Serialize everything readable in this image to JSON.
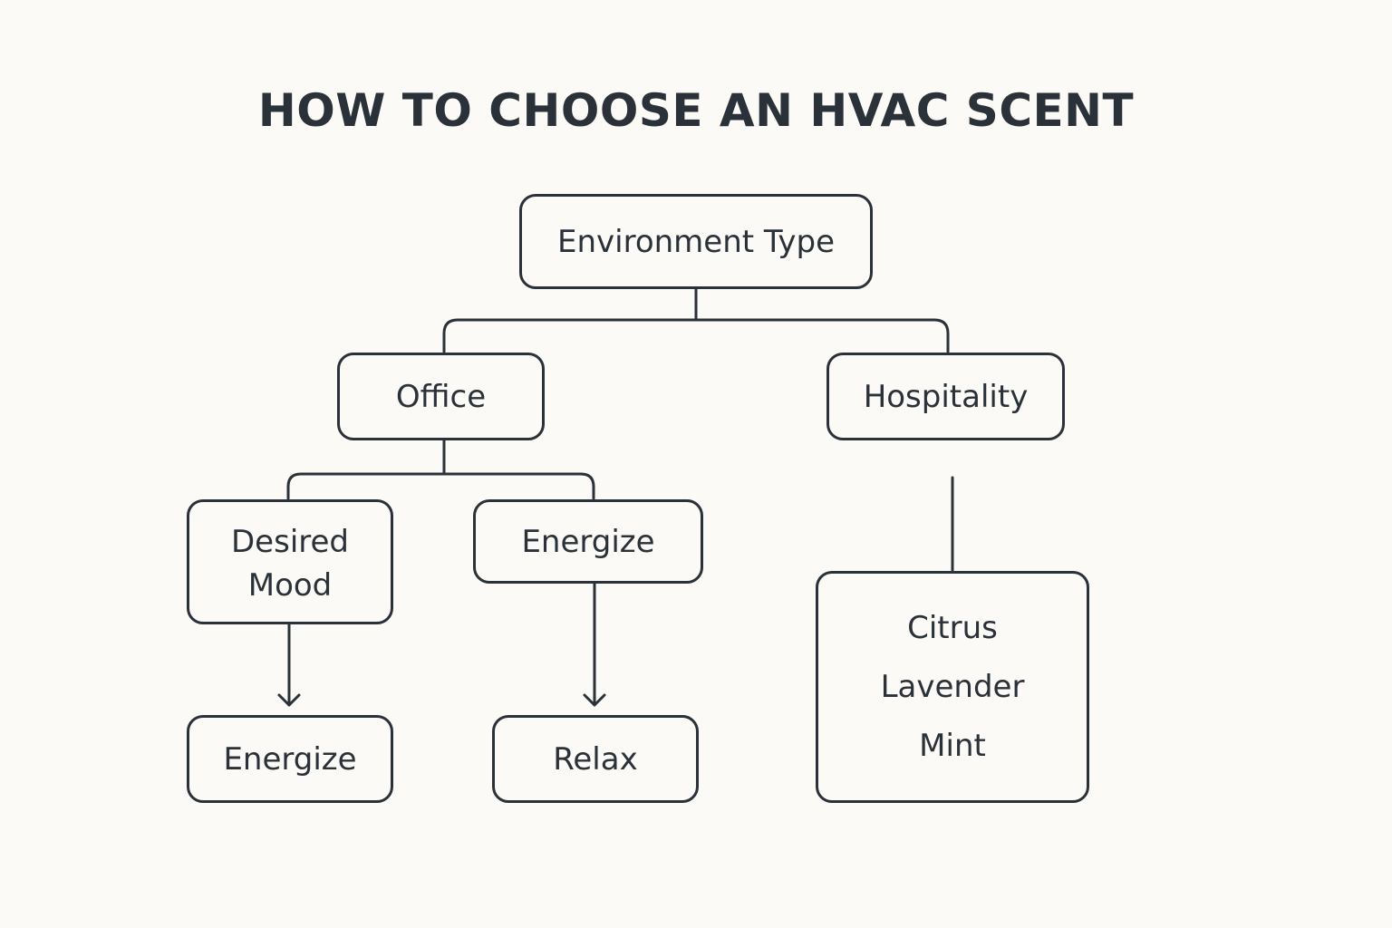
{
  "title": "HOW TO CHOOSE AN HVAC SCENT",
  "nodes": {
    "root": "Environment Type",
    "office": "Office",
    "hospitality": "Hospitality",
    "desired_mood": [
      "Desired",
      "Mood"
    ],
    "energize_mid": "Energize",
    "energize_bottom": "Energize",
    "relax": "Relax",
    "scents": [
      "Citrus",
      "Lavender",
      "Mint"
    ]
  },
  "colors": {
    "background": "#fbfaf6",
    "stroke": "#2b3138",
    "text": "#2b3138"
  }
}
